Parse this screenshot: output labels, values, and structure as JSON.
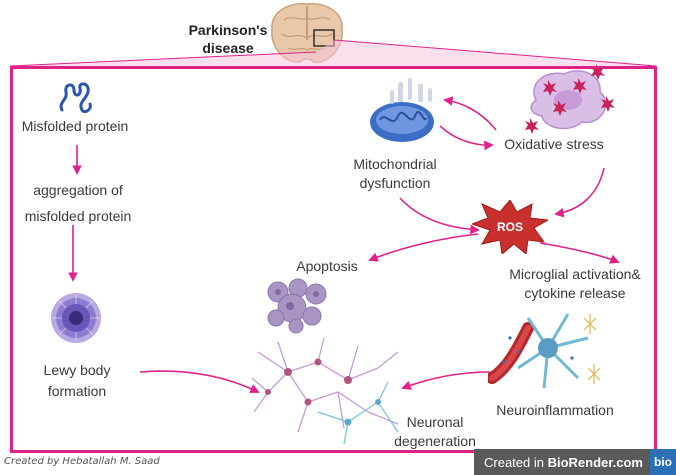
{
  "title_lines": [
    "Parkinson's",
    "disease"
  ],
  "nodes": {
    "misfolded": "Misfolded protein",
    "aggregation": [
      "aggregation of",
      "misfolded protein"
    ],
    "lewy": [
      "Lewy body",
      "formation"
    ],
    "mito": [
      "Mitochondrial",
      "dysfunction"
    ],
    "oxidative": "Oxidative stress",
    "ros": "ROS",
    "apoptosis": "Apoptosis",
    "microglial": [
      "Microglial  activation&",
      "cytokine release"
    ],
    "neuroinflammation": "Neuroinflammation",
    "degeneration": [
      "Neuronal",
      "degeneration"
    ]
  },
  "credit": "Created by Hebatallah M. Saad",
  "badge": {
    "prefix": "Created in ",
    "brand": "BioRender.com",
    "logo": "bio"
  },
  "colors": {
    "accent": "#e0218a",
    "frame": "#e0218a"
  }
}
